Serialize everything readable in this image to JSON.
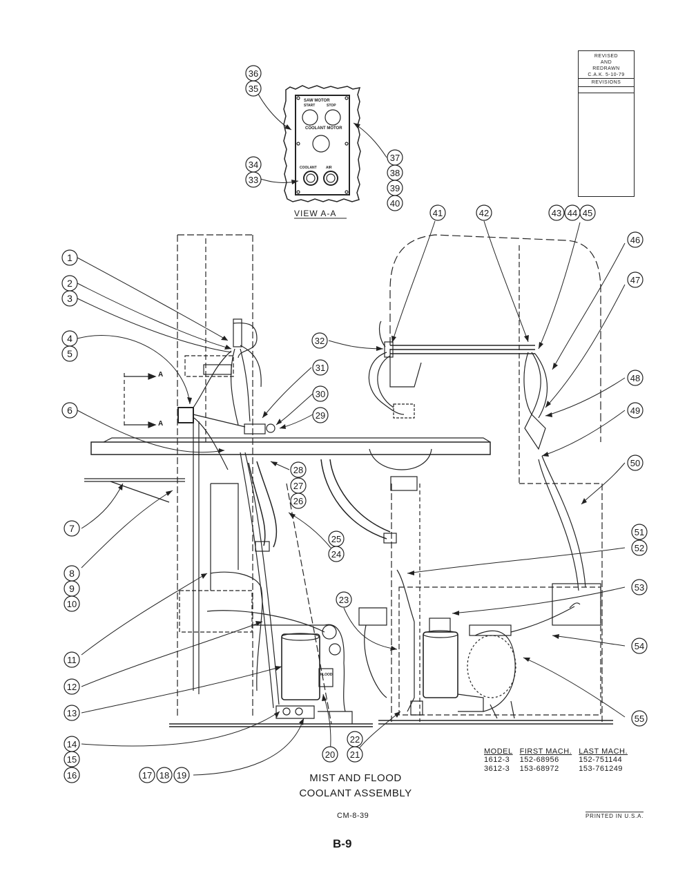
{
  "view_label": "VIEW A-A",
  "section_marker": "A",
  "panel": {
    "saw_motor": "SAW MOTOR",
    "start": "START",
    "stop": "STOP",
    "coolant_motor": "COOLANT MOTOR",
    "coolant": "COOLANT",
    "air": "AIR"
  },
  "revisions": {
    "note_line1": "REVISED",
    "note_line2": "AND",
    "note_line3": "REDRAWN",
    "note_line4": "C.A.K. 5-10-79",
    "label": "REVISIONS"
  },
  "callouts": [
    "1",
    "2",
    "3",
    "4",
    "5",
    "6",
    "7",
    "8",
    "9",
    "10",
    "11",
    "12",
    "13",
    "14",
    "15",
    "16",
    "17",
    "18",
    "19",
    "20",
    "21",
    "22",
    "23",
    "24",
    "25",
    "26",
    "27",
    "28",
    "29",
    "30",
    "31",
    "32",
    "33",
    "34",
    "35",
    "36",
    "37",
    "38",
    "39",
    "40",
    "41",
    "42",
    "43",
    "44",
    "45",
    "46",
    "47",
    "48",
    "49",
    "50",
    "51",
    "52",
    "53",
    "54",
    "55"
  ],
  "part_label": "FLOOD",
  "title_line1": "MIST AND FLOOD",
  "title_line2": "COOLANT ASSEMBLY",
  "drawing_number": "CM-8-39",
  "page_number": "B-9",
  "printed": "PRINTED IN U.S.A.",
  "models_table": {
    "headers": [
      "MODEL",
      "FIRST MACH.",
      "LAST MACH."
    ],
    "rows": [
      [
        "1612-3",
        "152-68956",
        "152-751144"
      ],
      [
        "3612-3",
        "153-68972",
        "153-761249"
      ]
    ]
  }
}
